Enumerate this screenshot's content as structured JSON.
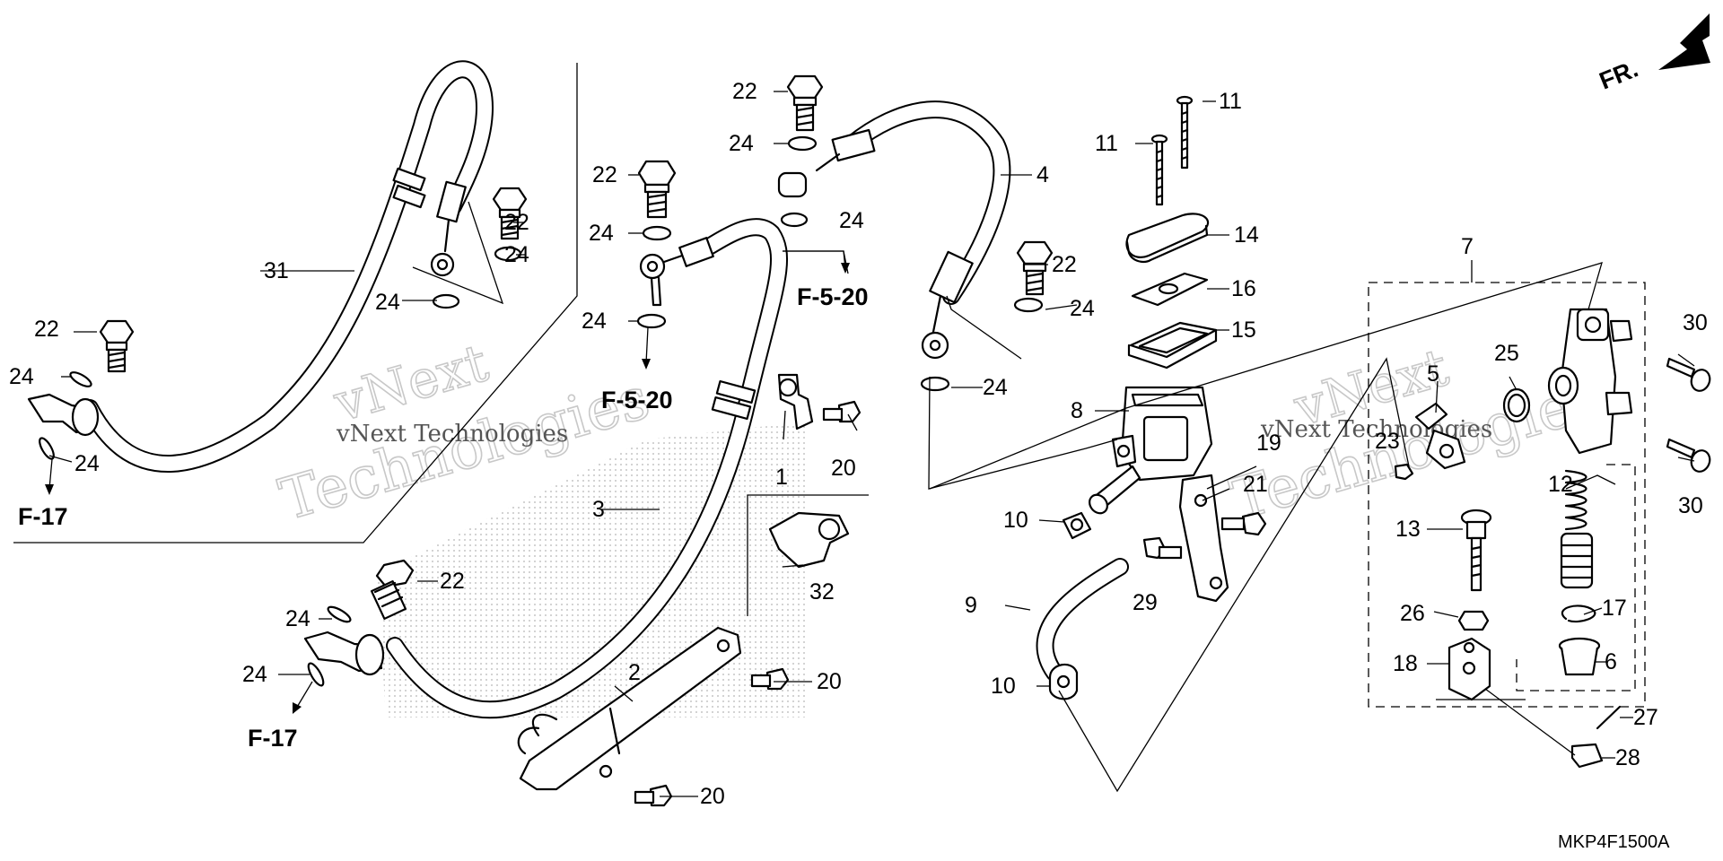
{
  "diagram": {
    "code": "MKP4F1500A",
    "direction_label": "FR.",
    "watermark": {
      "brand": "vNext",
      "word": "Technologies",
      "line": "vNext Technologies"
    },
    "references": {
      "f17": "F-17",
      "f520": "F-5-20"
    },
    "callouts": {
      "n1": "1",
      "n2": "2",
      "n3": "3",
      "n4": "4",
      "n5": "5",
      "n6": "6",
      "n7": "7",
      "n8": "8",
      "n9": "9",
      "n10": "10",
      "n11": "11",
      "n12": "12",
      "n13": "13",
      "n14": "14",
      "n15": "15",
      "n16": "16",
      "n17": "17",
      "n18": "18",
      "n19": "19",
      "n20": "20",
      "n21": "21",
      "n22": "22",
      "n23": "23",
      "n24": "24",
      "n25": "25",
      "n26": "26",
      "n27": "27",
      "n28": "28",
      "n29": "29",
      "n30": "30",
      "n31": "31",
      "n32": "32"
    },
    "colors": {
      "ink": "#000000",
      "watermark": "#c8c8c8",
      "background": "#ffffff"
    }
  }
}
